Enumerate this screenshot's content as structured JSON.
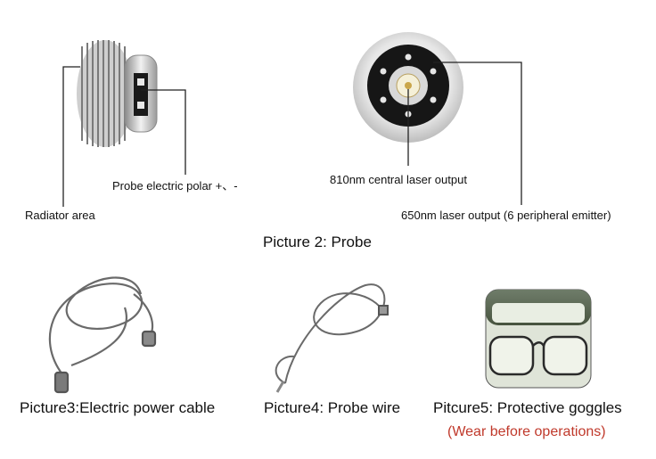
{
  "probe_section": {
    "labels": {
      "electric_polar": "Probe electric polar +、-",
      "radiator": "Radiator area",
      "central_laser": "810nm central laser output",
      "peripheral_laser": "650nm laser output (6 peripheral emitter)"
    },
    "title": "Picture 2: Probe"
  },
  "accessories": {
    "power_cable": "Picture3:Electric power cable",
    "probe_wire": "Picture4: Probe wire",
    "goggles": "Pitcure5: Protective goggles",
    "goggles_note": "(Wear before operations)"
  },
  "colors": {
    "text": "#111111",
    "warning": "#c0392b",
    "pointer_line": "#222222"
  }
}
